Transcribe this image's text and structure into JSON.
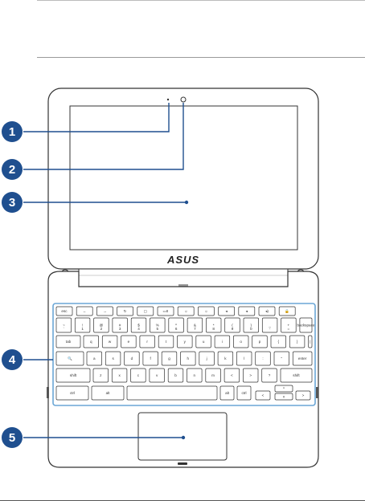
{
  "brand": {
    "logo_text": "ASUS"
  },
  "callouts": [
    "1",
    "2",
    "3",
    "4",
    "5"
  ],
  "keyboard": {
    "row1": [
      "esc",
      "←",
      "→",
      "↻",
      "▢",
      "▭II",
      "☼",
      "☼",
      "◂",
      "◂",
      "◂)",
      "🔒"
    ],
    "row2": [
      "~",
      "!",
      "@",
      "#",
      "$",
      "%",
      "^",
      "&",
      "*",
      "(",
      ")",
      "_",
      "+",
      "backspace"
    ],
    "row2_bottom": [
      "`",
      "1",
      "2",
      "3",
      "4",
      "5",
      "6",
      "7",
      "8",
      "9",
      "0",
      "-",
      "="
    ],
    "row3": [
      "tab",
      "q",
      "w",
      "e",
      "r",
      "t",
      "y",
      "u",
      "i",
      "o",
      "p",
      "{",
      "}",
      "|"
    ],
    "row4": [
      "🔍",
      "a",
      "s",
      "d",
      "f",
      "g",
      "h",
      "j",
      "k",
      "l",
      ":",
      "\"",
      "enter"
    ],
    "row5": [
      "shift",
      "z",
      "x",
      "c",
      "v",
      "b",
      "n",
      "m",
      "<",
      ">",
      "?",
      "shift"
    ],
    "row6": [
      "ctrl",
      "alt",
      "",
      "alt",
      "ctrl",
      "<",
      "^",
      ">"
    ]
  },
  "colors": {
    "callout": "#1f4f8f",
    "leader": "#1f4f8f",
    "keyboard_border": "#6aa6d6"
  }
}
